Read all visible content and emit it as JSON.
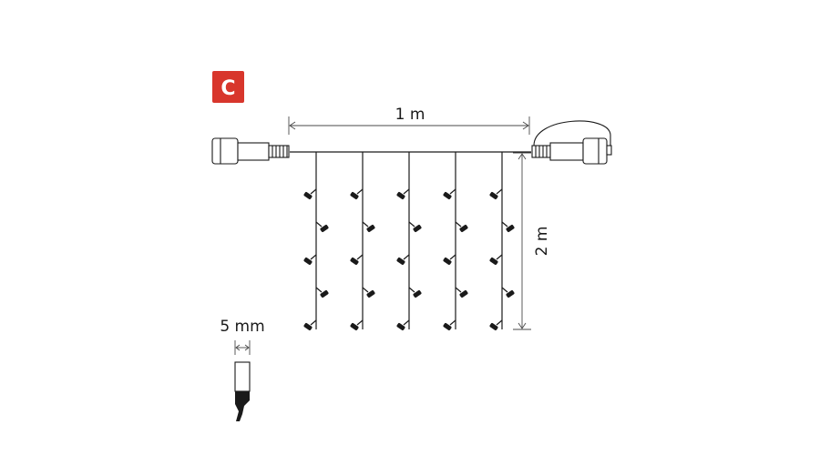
{
  "badge": {
    "letter": "C",
    "color": "#d8362c"
  },
  "dimensions": {
    "width_label": "1 m",
    "height_label": "2 m",
    "led_size_label": "5 mm"
  },
  "curtain": {
    "strands": 5,
    "leds_per_strand": 5
  }
}
